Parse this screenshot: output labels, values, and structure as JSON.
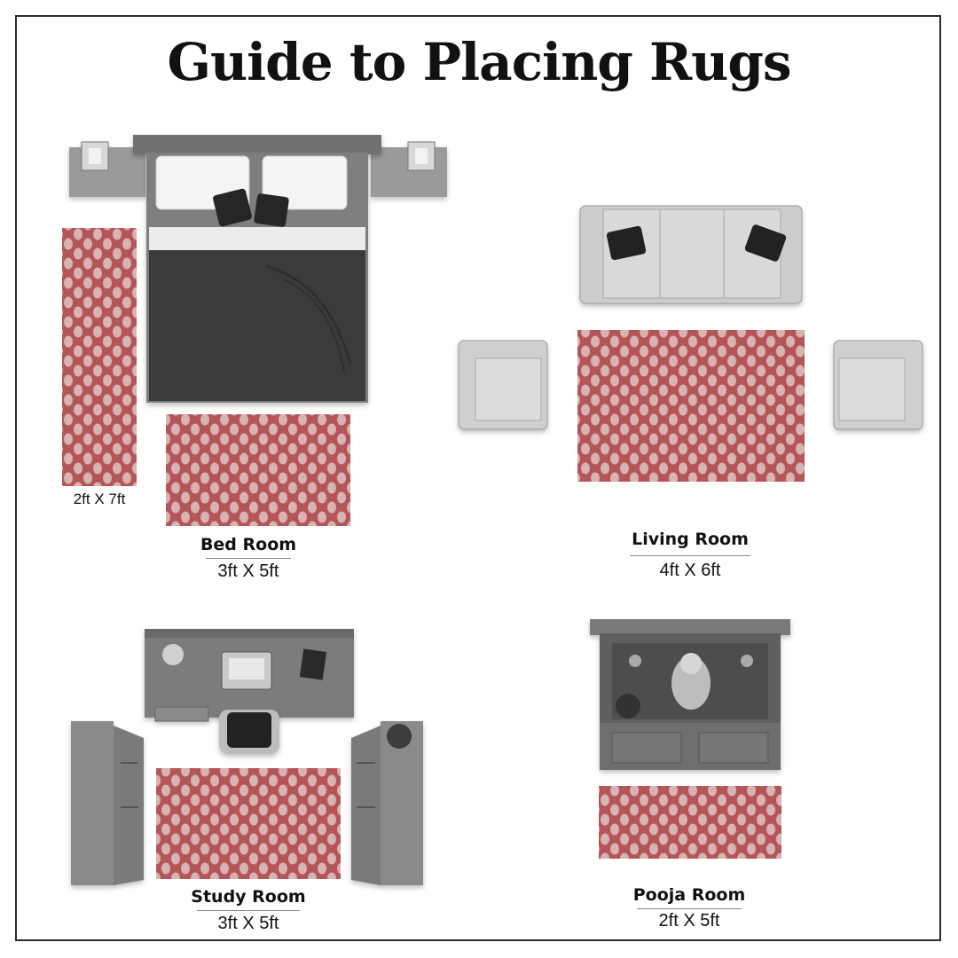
{
  "title": "Guide to Placing Rugs",
  "rooms": [
    {
      "name": "Bed Room",
      "size": "3ft X 5ft",
      "extra_size": "2ft X 7ft"
    },
    {
      "name": "Living Room",
      "size": "4ft X 6ft"
    },
    {
      "name": "Study Room",
      "size": "3ft X 5ft"
    },
    {
      "name": "Pooja Room",
      "size": "2ft X 5ft"
    }
  ],
  "colors": {
    "rug": "#b4555a",
    "rug_dot": "#d9b3b2",
    "frame": "#2b2b2b",
    "furniture_dark": "#3a3a3a",
    "furniture_mid": "#8c8c8c",
    "furniture_light": "#cfcfcf"
  }
}
